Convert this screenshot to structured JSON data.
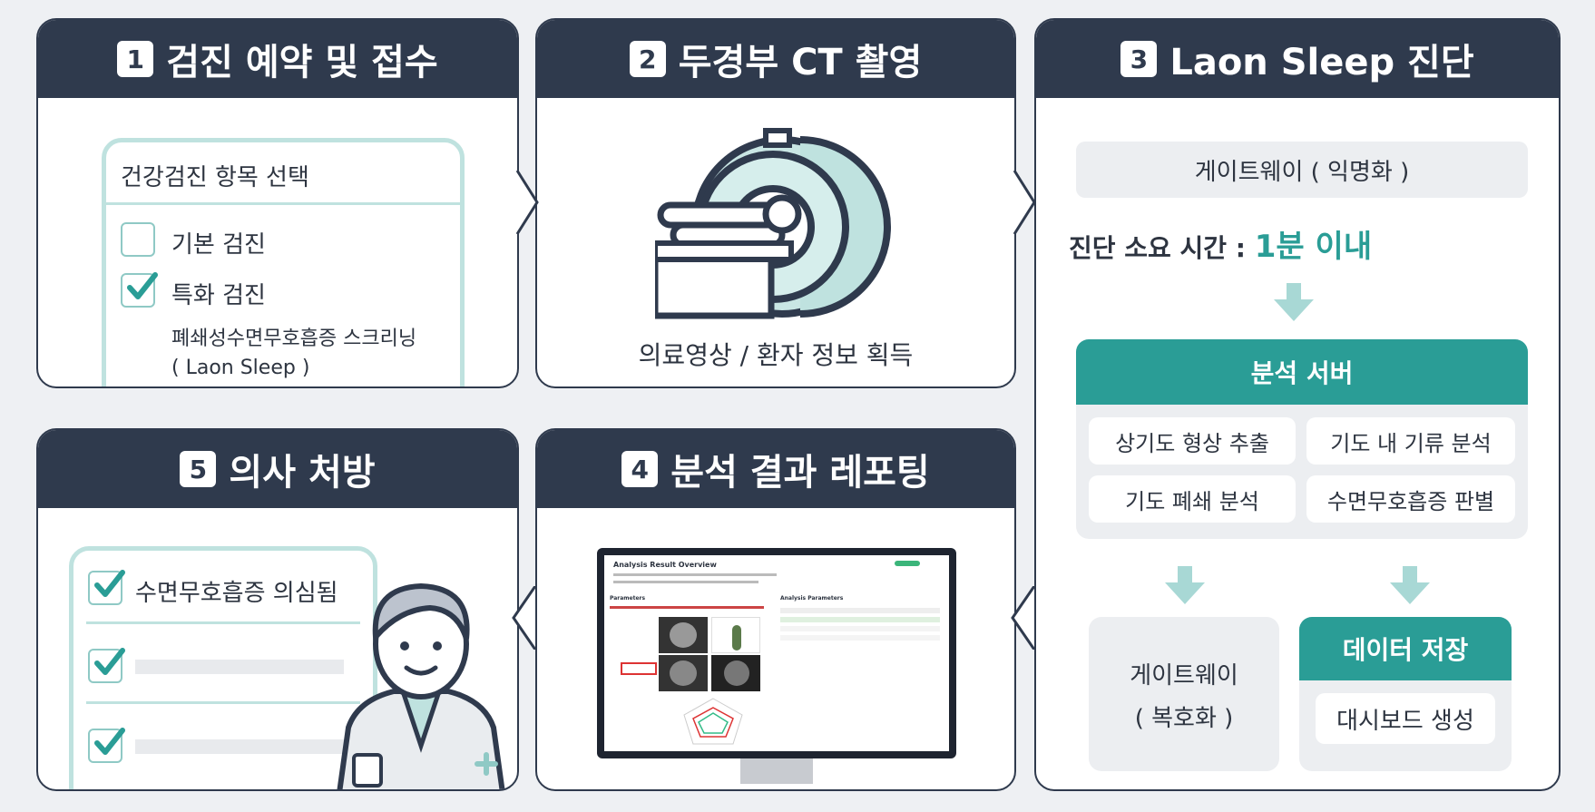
{
  "step1": {
    "num": "1",
    "title": "검진 예약 및 접수",
    "card_title": "건강검진 항목 선택",
    "option_basic": "기본 검진",
    "option_special": "특화 검진",
    "special_desc_line1": "폐쇄성수면무호흡증 스크리닝",
    "special_desc_line2": "( Laon Sleep )"
  },
  "step2": {
    "num": "2",
    "title": "두경부 CT 촬영",
    "caption": "의료영상 / 환자 정보 획득"
  },
  "step3": {
    "num": "3",
    "title": "Laon Sleep 진단",
    "gateway_anon": "게이트웨이 ( 익명화 )",
    "time_label": "진단 소요 시간 : ",
    "time_value": "1분 이내",
    "server_title": "분석 서버",
    "tasks": [
      "상기도 형상 추출",
      "기도 내 기류 분석",
      "기도 폐쇄 분석",
      "수면무호흡증 판별"
    ],
    "gateway_dec_line1": "게이트웨이",
    "gateway_dec_line2": "( 복호화 )",
    "storage_title": "데이터 저장",
    "dashboard": "대시보드 생성"
  },
  "step4": {
    "num": "4",
    "title": "분석 결과 레포팅",
    "report_title": "Analysis Result Overview",
    "report_badge": "",
    "report_section_left": "Parameters",
    "report_section_right": "Analysis Parameters"
  },
  "step5": {
    "num": "5",
    "title": "의사 처방",
    "item1": "수면무호흡증 의심됨"
  },
  "colors": {
    "header": "#2f3a4d",
    "teal": "#2a9d96",
    "light_teal": "#8fc9c5",
    "tile_bg": "#eceef1"
  }
}
